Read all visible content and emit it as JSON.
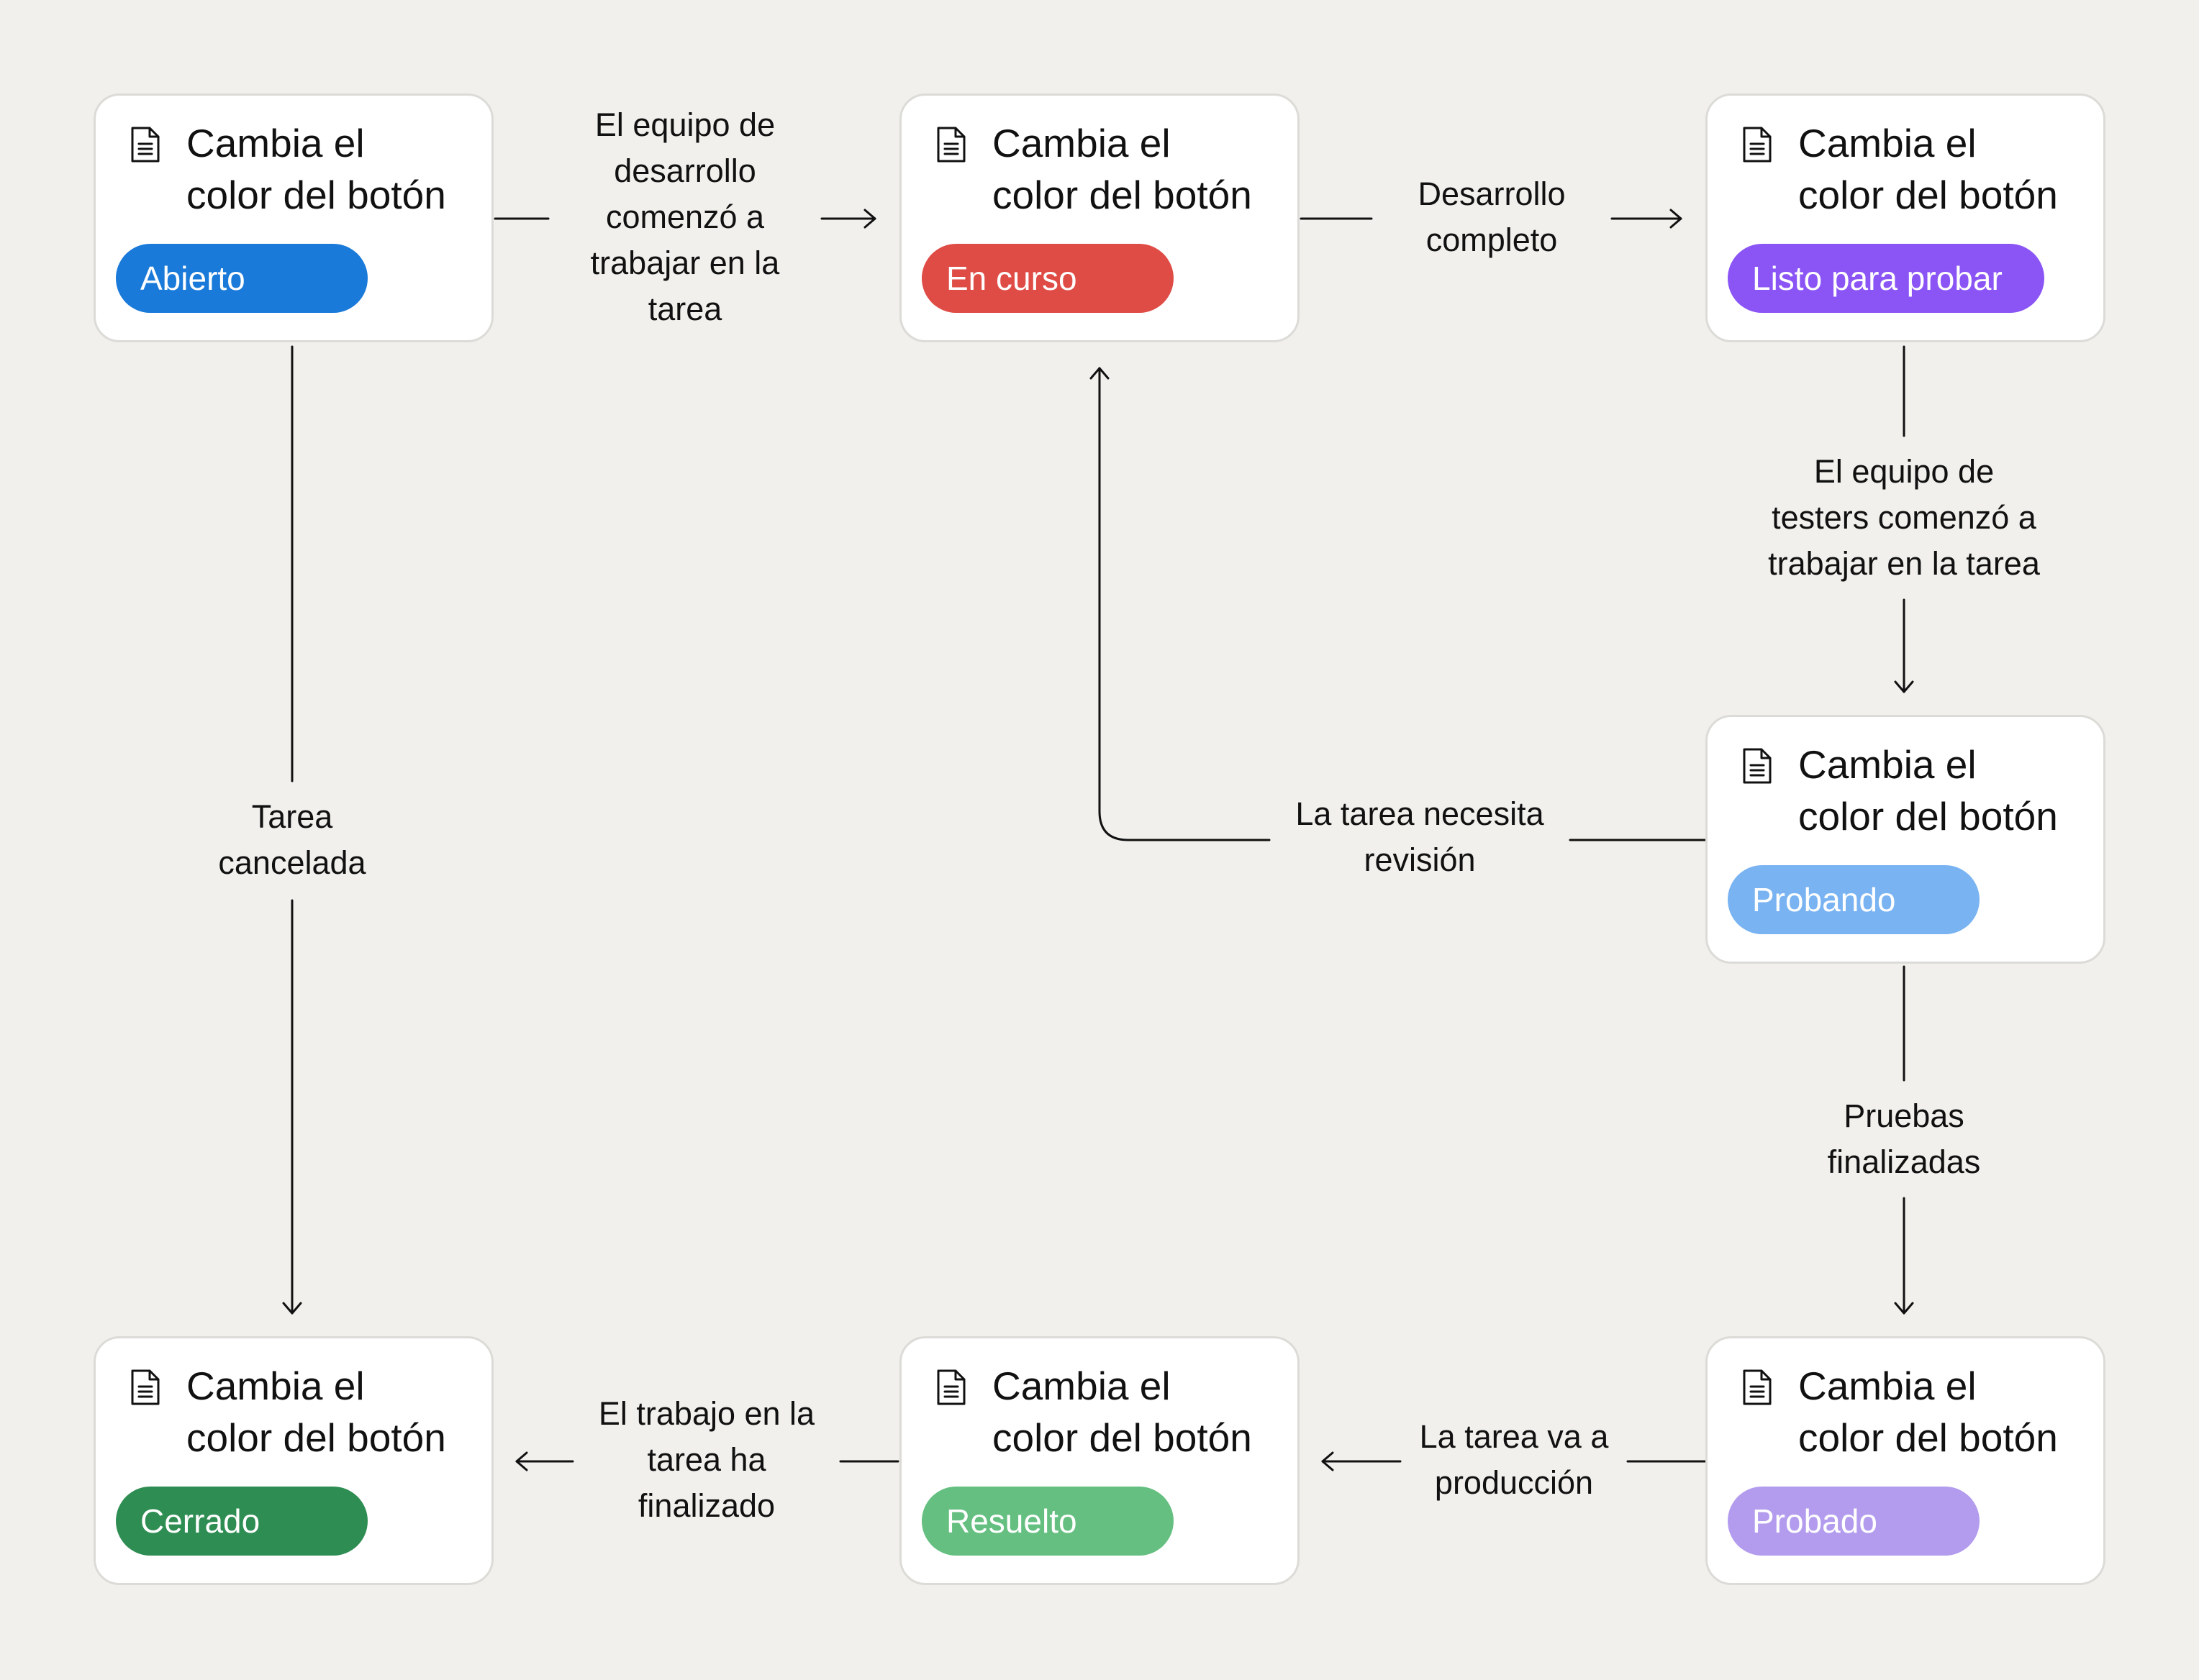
{
  "colors": {
    "background": "#f1f0ed",
    "card_border": "#dcdbd7",
    "status_open": "#1a7ad9",
    "status_in_progress": "#df4b45",
    "status_ready_to_test": "#8b55f6",
    "status_testing": "#79b3f2",
    "status_tested": "#b39cee",
    "status_resolved": "#64bf80",
    "status_closed": "#2e8d52"
  },
  "icon": "document-icon",
  "cards": [
    {
      "id": "abierto",
      "title_line1": "Cambia el",
      "title_line2": "color del botón",
      "status": "Abierto",
      "status_color": "#1a7ad9"
    },
    {
      "id": "en-curso",
      "title_line1": "Cambia el",
      "title_line2": "color del botón",
      "status": "En curso",
      "status_color": "#df4b45"
    },
    {
      "id": "listo-para-probar",
      "title_line1": "Cambia el",
      "title_line2": "color del botón",
      "status": "Listo para probar",
      "status_color": "#8b55f6"
    },
    {
      "id": "probando",
      "title_line1": "Cambia el",
      "title_line2": "color del botón",
      "status": "Probando",
      "status_color": "#79b3f2"
    },
    {
      "id": "probado",
      "title_line1": "Cambia el",
      "title_line2": "color del botón",
      "status": "Probado",
      "status_color": "#b39cee"
    },
    {
      "id": "resuelto",
      "title_line1": "Cambia el",
      "title_line2": "color del botón",
      "status": "Resuelto",
      "status_color": "#64bf80"
    },
    {
      "id": "cerrado",
      "title_line1": "Cambia el",
      "title_line2": "color del botón",
      "status": "Cerrado",
      "status_color": "#2e8d52"
    }
  ],
  "transitions": [
    {
      "from": "Abierto",
      "to": "En curso",
      "lines": [
        "El equipo de",
        "desarrollo",
        "comenzó a",
        "trabajar en la",
        "tarea"
      ]
    },
    {
      "from": "En curso",
      "to": "Listo para probar",
      "lines": [
        "Desarrollo",
        "completo"
      ]
    },
    {
      "from": "Listo para probar",
      "to": "Probando",
      "lines": [
        "El equipo de",
        "testers comenzó a",
        "trabajar en la tarea"
      ]
    },
    {
      "from": "Probando",
      "to": "En curso",
      "lines": [
        "La tarea necesita",
        "revisión"
      ]
    },
    {
      "from": "Probando",
      "to": "Probado",
      "lines": [
        "Pruebas",
        "finalizadas"
      ]
    },
    {
      "from": "Probado",
      "to": "Resuelto",
      "lines": [
        "La tarea va a",
        "producción"
      ]
    },
    {
      "from": "Resuelto",
      "to": "Cerrado",
      "lines": [
        "El trabajo en la",
        "tarea ha",
        "finalizado"
      ]
    },
    {
      "from": "Abierto",
      "to": "Cerrado",
      "lines": [
        "Tarea",
        "cancelada"
      ]
    }
  ]
}
